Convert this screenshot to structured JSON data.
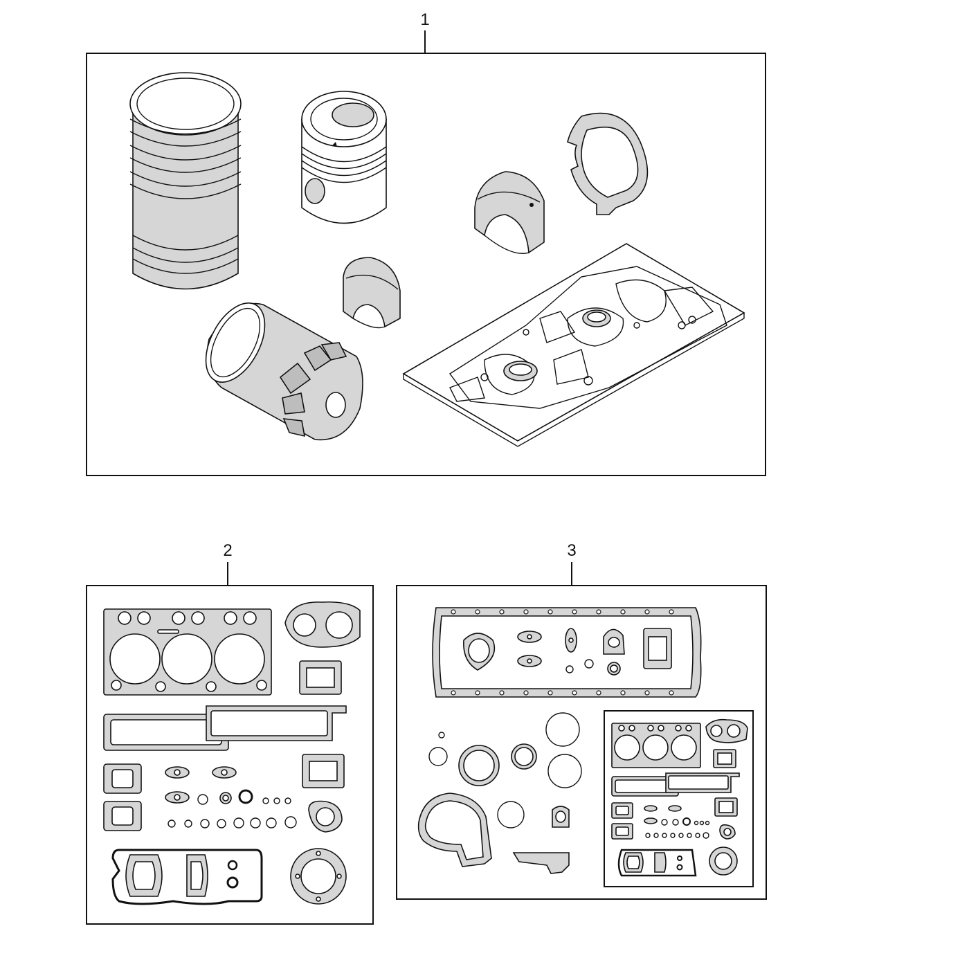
{
  "callouts": [
    {
      "id": "kit-1",
      "label": "1"
    },
    {
      "id": "kit-2",
      "label": "2"
    },
    {
      "id": "kit-3",
      "label": "3"
    }
  ],
  "panels": [
    {
      "callout": "1",
      "contents": [
        "cylinder-liner",
        "piston",
        "oil-filter",
        "conrod-bearing-small",
        "conrod-bearing-large",
        "thrust-washer",
        "gasket-sheet"
      ]
    },
    {
      "callout": "2",
      "contents": [
        "cylinder-head-gasket",
        "manifold-gaskets",
        "o-rings",
        "valve-cover-gasket",
        "round-flange-gasket"
      ]
    },
    {
      "callout": "3",
      "contents": [
        "oil-pan-gasket",
        "seal-rings",
        "timing-cover-gasket",
        "inset-kit-2"
      ]
    }
  ],
  "colors": {
    "line": "#111111",
    "fill_grey": "#d6d6d6",
    "fill_dark": "#bdbdbd",
    "background": "#ffffff"
  }
}
